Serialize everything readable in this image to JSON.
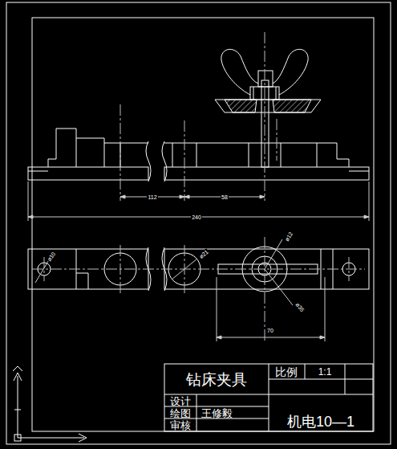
{
  "diagram": {
    "labels": [
      "112",
      "58",
      "240",
      "ø10",
      "ø21",
      "ø12",
      "ø35",
      "70",
      "钻床夹具",
      "比例",
      "1:1",
      "设计",
      "绘图",
      "王修毅",
      "审核",
      "机电10—1"
    ]
  }
}
